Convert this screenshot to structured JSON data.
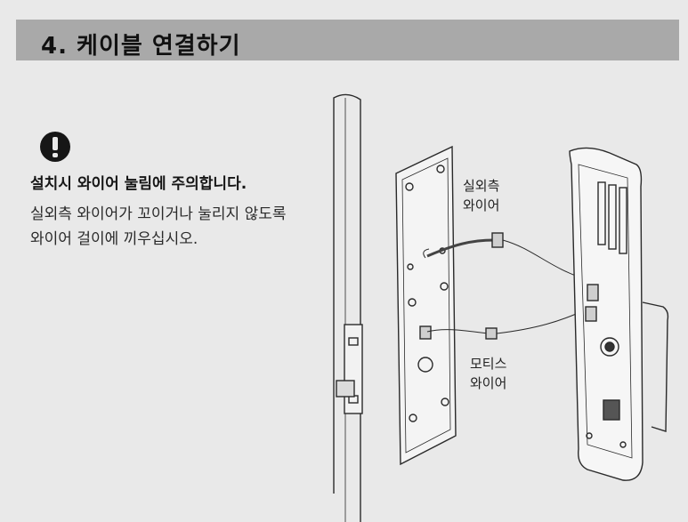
{
  "section": {
    "title": "4. 케이블 연결하기"
  },
  "warning": {
    "icon": "exclamation-icon",
    "heading": "설치시 와이어 눌림에 주의합니다.",
    "body_lines": [
      "실외측 와이어가 꼬이거나 눌리지 않도록",
      "와이어 걸이에 끼우십시오."
    ]
  },
  "diagram": {
    "outdoor_wire_label": [
      "실외측",
      "와이어"
    ],
    "motor_wire_label": [
      "모티스",
      "와이어"
    ]
  }
}
